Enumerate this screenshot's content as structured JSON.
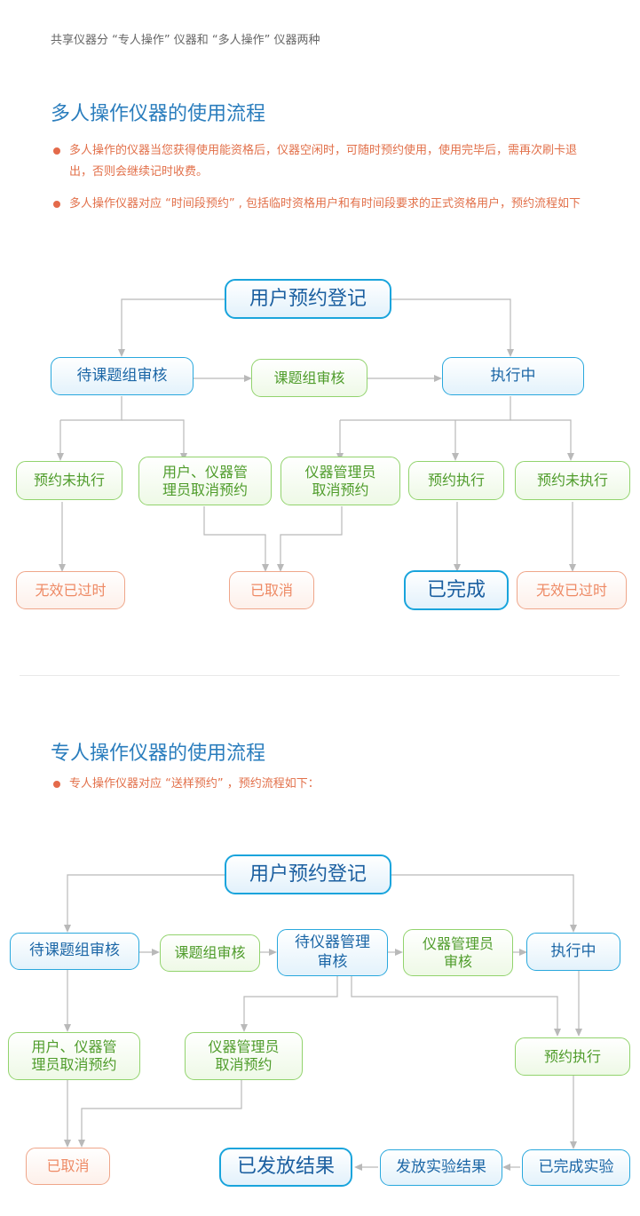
{
  "intro": "共享仪器分 “专人操作” 仪器和 “多人操作” 仪器两种",
  "section1": {
    "title": "多人操作仪器的使用流程",
    "bullets": [
      "多人操作的仪器当您获得使用能资格后，仪器空闲时，可随时预约使用，使用完毕后，需再次刷卡退出，否则会继续记时收费。",
      "多人操作仪器对应 “时间段预约” , 包括临时资格用户和有时间段要求的正式资格用户，预约流程如下"
    ],
    "nodes": {
      "register": "用户预约登记",
      "pending_group": "待课题组审核",
      "group_review": "课题组审核",
      "executing": "执行中",
      "not_executed_left": "预约未执行",
      "user_admin_cancel": "用户、仪器管\n理员取消预约",
      "admin_cancel": "仪器管理员\n取消预约",
      "executed": "预约执行",
      "not_executed_right": "预约未执行",
      "invalid_left": "无效已过时",
      "cancelled": "已取消",
      "completed": "已完成",
      "invalid_right": "无效已过时"
    },
    "colors": {
      "blue": "#29a8dd",
      "green": "#92d36d",
      "red": "#efa68a"
    }
  },
  "section2": {
    "title": "专人操作仪器的使用流程",
    "bullets": [
      "专人操作仪器对应 “送样预约” ，预约流程如下："
    ],
    "nodes": {
      "register": "用户预约登记",
      "pending_group": "待课题组审核",
      "group_review": "课题组审核",
      "pending_admin": "待仪器管理\n审核",
      "admin_review": "仪器管理员\n审核",
      "executing": "执行中",
      "user_admin_cancel": "用户、仪器管\n理员取消预约",
      "admin_cancel": "仪器管理员\n取消预约",
      "executed": "预约执行",
      "cancelled": "已取消",
      "results_released": "已发放结果",
      "release_results": "发放实验结果",
      "experiment_done": "已完成实验"
    }
  }
}
